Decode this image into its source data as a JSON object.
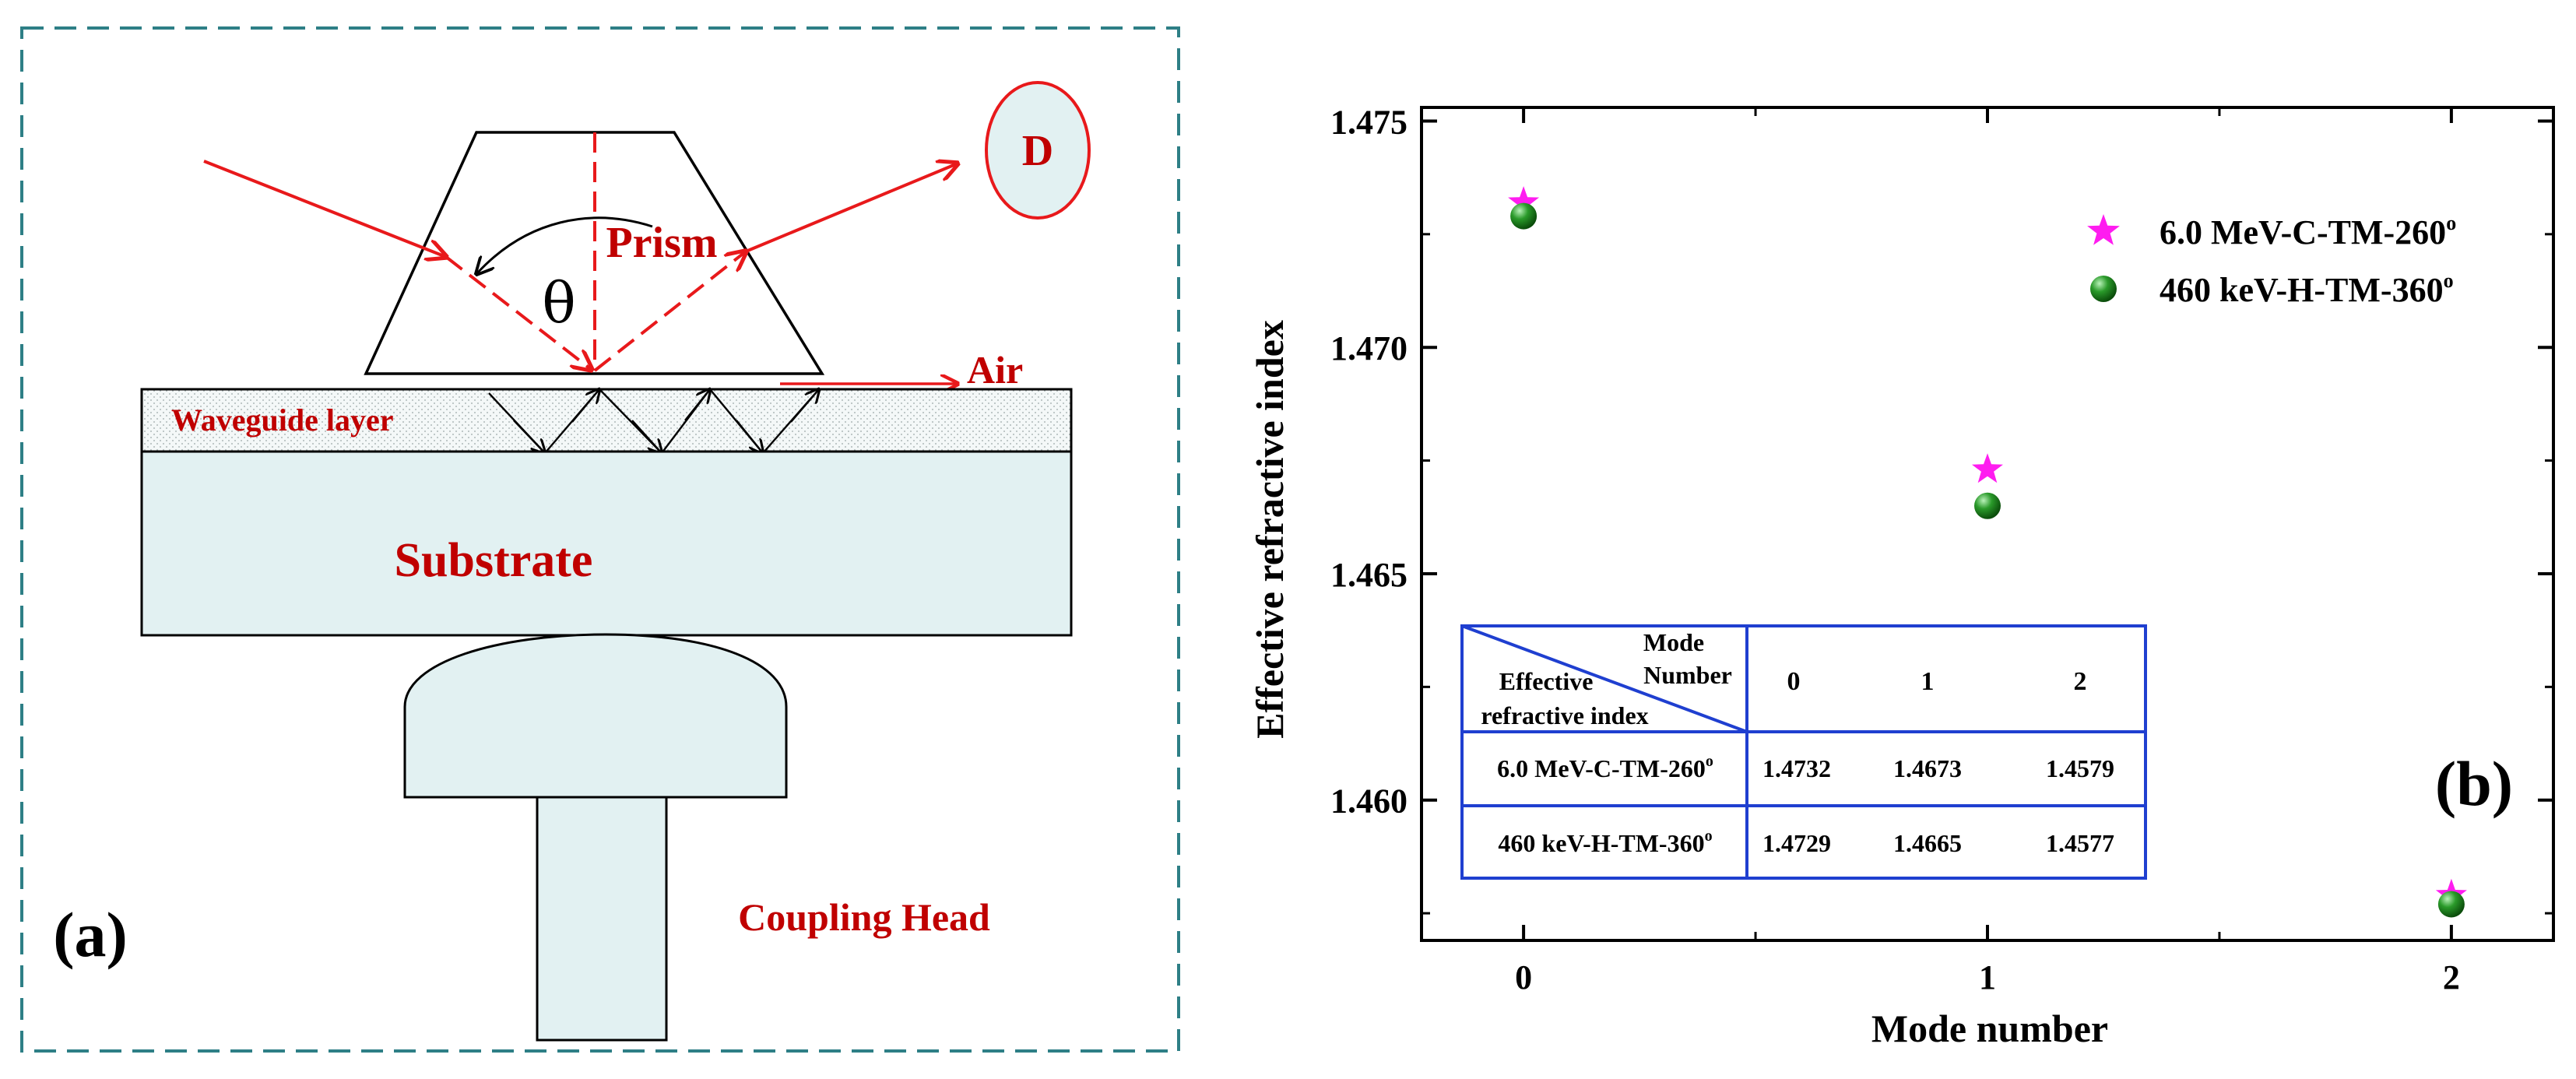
{
  "panel_a": {
    "panel_label": "(a)",
    "labels": {
      "detector": "D",
      "prism": "Prism",
      "theta": "θ",
      "air": "Air",
      "waveguide": "Waveguide layer",
      "substrate": "Substrate",
      "coupling_head": "Coupling Head"
    },
    "colors": {
      "beam": "#e8191b",
      "label": "#c00000",
      "frame": "#2e7f86",
      "fill": "#e2f1f2"
    }
  },
  "panel_b": {
    "panel_label": "(b)",
    "inset_table": {
      "corner_top": "Mode",
      "corner_top2": "Number",
      "corner_bottom": "Effective",
      "corner_bottom2": "refractive index",
      "columns": [
        "0",
        "1",
        "2"
      ],
      "rows": [
        {
          "label": "6.0 MeV-C-TM-260",
          "label_sup": "o",
          "values": [
            "1.4732",
            "1.4673",
            "1.4579"
          ]
        },
        {
          "label": "460 keV-H-TM-360",
          "label_sup": "o",
          "values": [
            "1.4729",
            "1.4665",
            "1.4577"
          ]
        }
      ],
      "border_color": "#1f3fd0"
    }
  },
  "chart_data": {
    "type": "scatter",
    "xlabel": "Mode number",
    "ylabel": "Effective refractive index",
    "xlim": [
      -0.22,
      2.22
    ],
    "ylim": [
      1.4569,
      1.4753
    ],
    "x_ticks": [
      "0",
      "1",
      "2"
    ],
    "y_ticks": [
      "1.460",
      "1.465",
      "1.470",
      "1.475"
    ],
    "legend_position": "top-right",
    "series": [
      {
        "name": "6.0 MeV-C-TM-260",
        "name_sup": "o",
        "marker": "star",
        "color": "#ff1cf0",
        "points": [
          {
            "x": 0,
            "y": 1.4732
          },
          {
            "x": 1,
            "y": 1.4673
          },
          {
            "x": 2,
            "y": 1.4579
          }
        ]
      },
      {
        "name": "460 keV-H-TM-360",
        "name_sup": "o",
        "marker": "sphere",
        "color": "#1f8a1f",
        "points": [
          {
            "x": 0,
            "y": 1.4729
          },
          {
            "x": 1,
            "y": 1.4665
          },
          {
            "x": 2,
            "y": 1.4577
          }
        ]
      }
    ]
  }
}
